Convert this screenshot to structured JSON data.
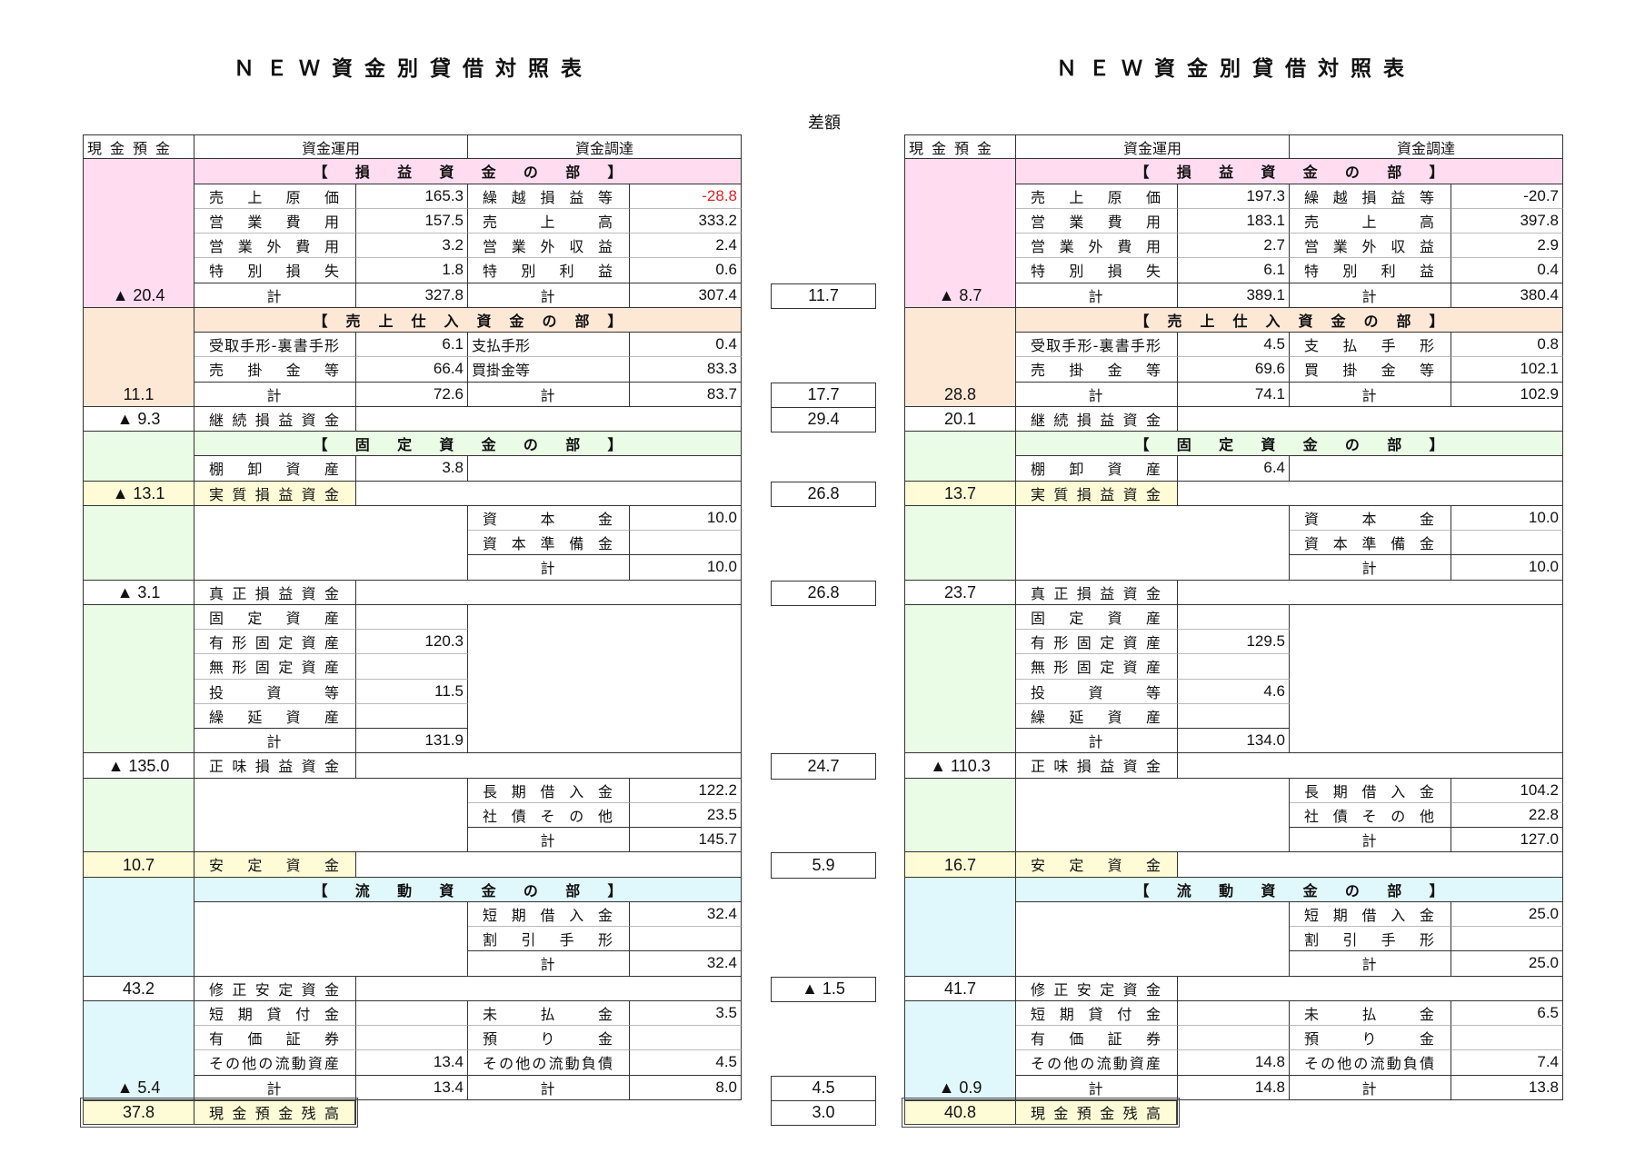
{
  "title_left": "ＮＥＷ資金別貸借対照表",
  "title_right": "ＮＥＷ資金別貸借対照表",
  "diff_label": "差額",
  "diff_values": [
    "11.7",
    "17.7",
    "29.4",
    "26.8",
    "26.8",
    "24.7",
    "5.9",
    "▲ 1.5",
    "4.5",
    "3.0"
  ],
  "colors": {
    "pl": "#ffdcf0",
    "sales": "#fde8d6",
    "fixed": "#eafbe6",
    "current": "#e0f8fc",
    "highlight": "#fefcd6",
    "negative": "#e02020"
  },
  "tables": [
    {
      "header": {
        "cash": "現金預金",
        "use": "資金運用",
        "source": "資金調達"
      },
      "sections": {
        "pl": "【損益資金の部】",
        "sales": "【売上仕入資金の部】",
        "fixed": "【固定資金の部】",
        "current": "【流動資金の部】"
      },
      "cash": {
        "pl": "▲ 20.4",
        "sales": "11.1",
        "continuing": "▲ 9.3",
        "real": "▲ 13.1",
        "true": "▲ 3.1",
        "net": "▲ 135.0",
        "stable": "10.7",
        "adj": "43.2",
        "current": "▲ 5.4",
        "balance": "37.8"
      },
      "labels": {
        "continuing": "継続損益資金",
        "real": "実質損益資金",
        "true": "真正損益資金",
        "net": "正味損益資金",
        "stable": "安定資金",
        "adj": "修正安定資金",
        "balance": "現金預金残高"
      },
      "pl": {
        "use": [
          {
            "label": "売上原価",
            "value": "165.3"
          },
          {
            "label": "営業費用",
            "value": "157.5"
          },
          {
            "label": "営業外費用",
            "value": "3.2"
          },
          {
            "label": "特別損失",
            "value": "1.8"
          },
          {
            "label": "計",
            "value": "327.8"
          }
        ],
        "src": [
          {
            "label": "繰越損益等",
            "value": "-28.8",
            "negative": true
          },
          {
            "label": "売上高",
            "value": "333.2"
          },
          {
            "label": "営業外収益",
            "value": "2.4"
          },
          {
            "label": "特別利益",
            "value": "0.6"
          },
          {
            "label": "計",
            "value": "307.4"
          }
        ]
      },
      "sales": {
        "use": [
          {
            "label": "受取手形-裏書手形",
            "value": "6.1"
          },
          {
            "label": "売掛金等",
            "value": "66.4"
          },
          {
            "label": "計",
            "value": "72.6"
          }
        ],
        "src": [
          {
            "label": "支払手形",
            "value": "0.4"
          },
          {
            "label": "買掛金等",
            "value": "83.3"
          },
          {
            "label": "計",
            "value": "83.7"
          }
        ]
      },
      "inventory": {
        "label": "棚卸資産",
        "value": "3.8"
      },
      "capital": {
        "src": [
          {
            "label": "資本金",
            "value": "10.0"
          },
          {
            "label": "資本準備金",
            "value": ""
          },
          {
            "label": "計",
            "value": "10.0"
          }
        ]
      },
      "fixed_assets": {
        "use": [
          {
            "label": "固定資産",
            "value": ""
          },
          {
            "label": "有形固定資産",
            "value": "120.3"
          },
          {
            "label": "無形固定資産",
            "value": ""
          },
          {
            "label": "投資等",
            "value": "11.5"
          },
          {
            "label": "繰延資産",
            "value": ""
          },
          {
            "label": "計",
            "value": "131.9"
          }
        ]
      },
      "long_debt": {
        "src": [
          {
            "label": "長期借入金",
            "value": "122.2"
          },
          {
            "label": "社債その他",
            "value": "23.5"
          },
          {
            "label": "計",
            "value": "145.7"
          }
        ]
      },
      "short_debt": {
        "src": [
          {
            "label": "短期借入金",
            "value": "32.4"
          },
          {
            "label": "割引手形",
            "value": ""
          },
          {
            "label": "計",
            "value": "32.4"
          }
        ]
      },
      "current": {
        "use": [
          {
            "label": "短期貸付金",
            "value": ""
          },
          {
            "label": "有価証券",
            "value": ""
          },
          {
            "label": "その他の流動資産",
            "value": "13.4"
          },
          {
            "label": "計",
            "value": "13.4"
          }
        ],
        "src": [
          {
            "label": "未払金",
            "value": "3.5"
          },
          {
            "label": "預り金",
            "value": ""
          },
          {
            "label": "その他の流動負債",
            "value": "4.5"
          },
          {
            "label": "計",
            "value": "8.0"
          }
        ]
      }
    },
    {
      "header": {
        "cash": "現金預金",
        "use": "資金運用",
        "source": "資金調達"
      },
      "sections": {
        "pl": "【損益資金の部】",
        "sales": "【売上仕入資金の部】",
        "fixed": "【固定資金の部】",
        "current": "【流動資金の部】"
      },
      "cash": {
        "pl": "▲ 8.7",
        "sales": "28.8",
        "continuing": "20.1",
        "real": "13.7",
        "true": "23.7",
        "net": "▲ 110.3",
        "stable": "16.7",
        "adj": "41.7",
        "current": "▲ 0.9",
        "balance": "40.8"
      },
      "labels": {
        "continuing": "継続損益資金",
        "real": "実質損益資金",
        "true": "真正損益資金",
        "net": "正味損益資金",
        "stable": "安定資金",
        "adj": "修正安定資金",
        "balance": "現金預金残高"
      },
      "pl": {
        "use": [
          {
            "label": "売上原価",
            "value": "197.3"
          },
          {
            "label": "営業費用",
            "value": "183.1"
          },
          {
            "label": "営業外費用",
            "value": "2.7"
          },
          {
            "label": "特別損失",
            "value": "6.1"
          },
          {
            "label": "計",
            "value": "389.1"
          }
        ],
        "src": [
          {
            "label": "繰越損益等",
            "value": "-20.7"
          },
          {
            "label": "売上高",
            "value": "397.8"
          },
          {
            "label": "営業外収益",
            "value": "2.9"
          },
          {
            "label": "特別利益",
            "value": "0.4"
          },
          {
            "label": "計",
            "value": "380.4"
          }
        ]
      },
      "sales": {
        "use": [
          {
            "label": "受取手形-裏書手形",
            "value": "4.5"
          },
          {
            "label": "売掛金等",
            "value": "69.6"
          },
          {
            "label": "計",
            "value": "74.1"
          }
        ],
        "src": [
          {
            "label": "支払手形",
            "value": "0.8"
          },
          {
            "label": "買掛金等",
            "value": "102.1"
          },
          {
            "label": "計",
            "value": "102.9"
          }
        ]
      },
      "inventory": {
        "label": "棚卸資産",
        "value": "6.4"
      },
      "capital": {
        "src": [
          {
            "label": "資本金",
            "value": "10.0"
          },
          {
            "label": "資本準備金",
            "value": ""
          },
          {
            "label": "計",
            "value": "10.0"
          }
        ]
      },
      "fixed_assets": {
        "use": [
          {
            "label": "固定資産",
            "value": ""
          },
          {
            "label": "有形固定資産",
            "value": "129.5"
          },
          {
            "label": "無形固定資産",
            "value": ""
          },
          {
            "label": "投資等",
            "value": "4.6"
          },
          {
            "label": "繰延資産",
            "value": ""
          },
          {
            "label": "計",
            "value": "134.0"
          }
        ]
      },
      "long_debt": {
        "src": [
          {
            "label": "長期借入金",
            "value": "104.2"
          },
          {
            "label": "社債その他",
            "value": "22.8"
          },
          {
            "label": "計",
            "value": "127.0"
          }
        ]
      },
      "short_debt": {
        "src": [
          {
            "label": "短期借入金",
            "value": "25.0"
          },
          {
            "label": "割引手形",
            "value": ""
          },
          {
            "label": "計",
            "value": "25.0"
          }
        ]
      },
      "current": {
        "use": [
          {
            "label": "短期貸付金",
            "value": ""
          },
          {
            "label": "有価証券",
            "value": ""
          },
          {
            "label": "その他の流動資産",
            "value": "14.8"
          },
          {
            "label": "計",
            "value": "14.8"
          }
        ],
        "src": [
          {
            "label": "未払金",
            "value": "6.5"
          },
          {
            "label": "預り金",
            "value": ""
          },
          {
            "label": "その他の流動負債",
            "value": "7.4"
          },
          {
            "label": "計",
            "value": "13.8"
          }
        ]
      }
    }
  ]
}
